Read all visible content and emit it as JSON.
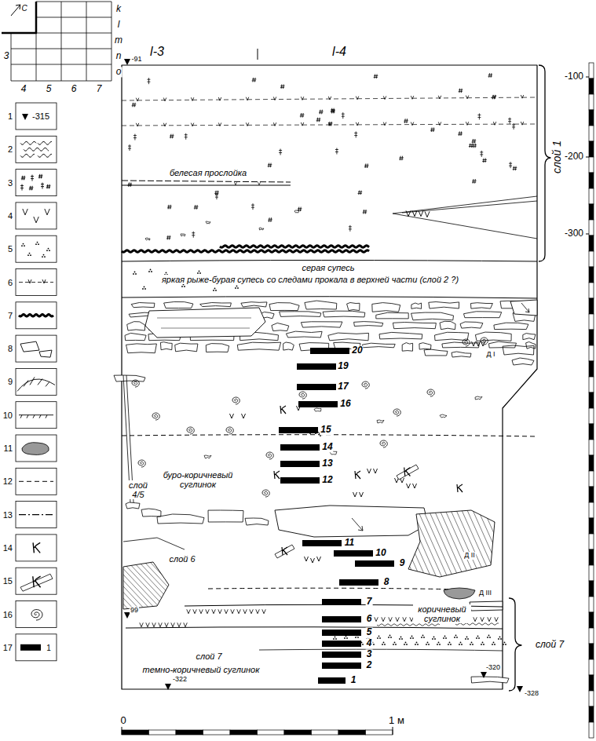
{
  "diagram": {
    "labels": [
      "С",
      "k",
      "l",
      "m",
      "n",
      "o",
      "3",
      "4",
      "5",
      "6",
      "7",
      "l-3",
      "l-4",
      "-91",
      "-100",
      "слой 1",
      "-200",
      "-300",
      "белесая прослойка",
      "серая супесь",
      "яркая рыже-бурая супесь со следами прокала в верхней части (слой 2 ?)",
      "Д I",
      "20",
      "19",
      "17",
      "16",
      "15",
      "14",
      "13",
      "12",
      "слой 4/5",
      "буро-коричневый суглинок",
      "слой 6",
      "Д II",
      "11",
      "10",
      "9",
      "8",
      "коричневый суглинок",
      "Д III",
      "7",
      "6",
      "5",
      "4",
      "3",
      "2",
      "1",
      "99",
      "слой 7",
      "темно-коричневый суглинок",
      "слой 7",
      "-320",
      "-322",
      "-328",
      "0",
      "1 м",
      "-315",
      "1"
    ],
    "legend": [
      {
        "text": "1"
      },
      {
        "text": "2"
      },
      {
        "text": "3"
      },
      {
        "text": "4"
      },
      {
        "text": "5"
      },
      {
        "text": "6"
      },
      {
        "text": "7"
      },
      {
        "text": "8"
      },
      {
        "text": "9"
      },
      {
        "text": "10"
      },
      {
        "text": "11"
      },
      {
        "text": "12"
      },
      {
        "text": "13"
      },
      {
        "text": "14"
      },
      {
        "text": "15"
      },
      {
        "text": "16"
      },
      {
        "text": "17"
      }
    ]
  }
}
